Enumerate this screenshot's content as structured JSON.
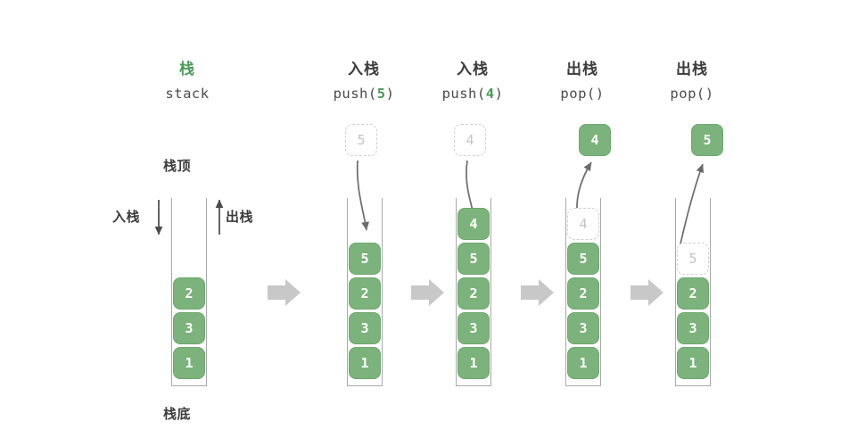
{
  "diagram": {
    "title_cn": "栈",
    "title_en": "stack",
    "top_label": "栈顶",
    "bottom_label": "栈底",
    "push_label": "入栈",
    "pop_label": "出栈",
    "accent_green": "#7cb37c",
    "title_green": "#4a9a54",
    "ghost_gray": "#c4c4c4",
    "arrow_gray": "#c8c8c8",
    "tube_border": "#a8a8a8"
  },
  "columns": [
    {
      "id": "initial",
      "header_cn": "",
      "header_code": "",
      "code_num": "",
      "floating": null,
      "ghost_above": null,
      "ghost_in_tube": null,
      "cells": [
        "2",
        "3",
        "1"
      ]
    },
    {
      "id": "push-5",
      "header_cn": "入栈",
      "header_code_pre": "push(",
      "code_num": "5",
      "header_code_post": ")",
      "floating": null,
      "ghost_above": "5",
      "ghost_in_tube": null,
      "cells": [
        "5",
        "2",
        "3",
        "1"
      ]
    },
    {
      "id": "push-4",
      "header_cn": "入栈",
      "header_code_pre": "push(",
      "code_num": "4",
      "header_code_post": ")",
      "floating": null,
      "ghost_above": "4",
      "ghost_in_tube": null,
      "cells": [
        "4",
        "5",
        "2",
        "3",
        "1"
      ]
    },
    {
      "id": "pop-4",
      "header_cn": "出栈",
      "header_code_pre": "pop(",
      "code_num": "",
      "header_code_post": ")",
      "floating": "4",
      "ghost_above": null,
      "ghost_in_tube": "4",
      "cells": [
        "5",
        "2",
        "3",
        "1"
      ]
    },
    {
      "id": "pop-5",
      "header_cn": "出栈",
      "header_code_pre": "pop(",
      "code_num": "",
      "header_code_post": ")",
      "floating": "5",
      "ghost_above": null,
      "ghost_in_tube": "5",
      "cells": [
        "2",
        "3",
        "1"
      ]
    }
  ]
}
